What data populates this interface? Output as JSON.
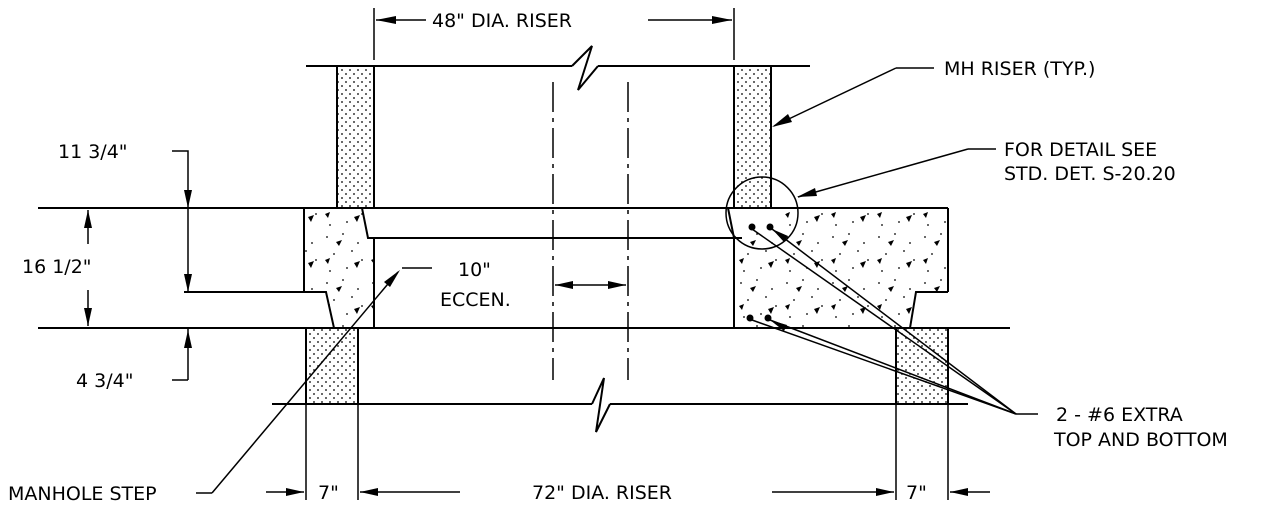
{
  "labels": {
    "riser_48": "48\" DIA. RISER",
    "mh_riser": "MH RISER (TYP.)",
    "detail_line1": "FOR DETAIL SEE",
    "detail_line2": "STD. DET. S-20.20",
    "dim_11_3_4": "11 3/4\"",
    "dim_16_1_2": "16 1/2\"",
    "dim_4_3_4": "4 3/4\"",
    "eccen_value": "10\"",
    "eccen_label": "ECCEN.",
    "rebar_line1": "2 - #6 EXTRA",
    "rebar_line2": "TOP AND BOTTOM",
    "manhole_step": "MANHOLE STEP",
    "dim_7_left": "7\"",
    "riser_72": "72\" DIA. RISER",
    "dim_7_right": "7\""
  }
}
